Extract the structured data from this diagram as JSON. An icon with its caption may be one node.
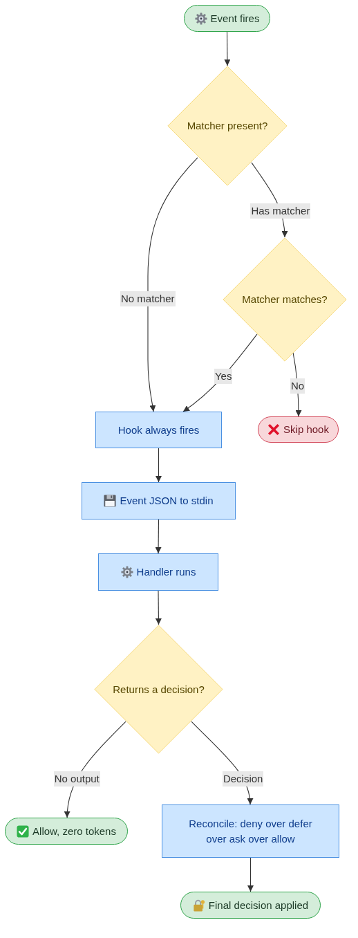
{
  "diagram": {
    "nodes": [
      {
        "text": [
          "Event fires"
        ]
      },
      {
        "text": [
          "Matcher present?"
        ]
      },
      {
        "text": [
          "Matcher matches?"
        ]
      },
      {
        "text": [
          "Hook always fires"
        ]
      },
      {
        "text": [
          "Skip hook"
        ]
      },
      {
        "text": [
          "Event JSON to stdin"
        ]
      },
      {
        "text": [
          "Handler runs"
        ]
      },
      {
        "text": [
          "Returns a decision?"
        ]
      },
      {
        "text": [
          "Allow, zero tokens"
        ]
      },
      {
        "text": [
          "Reconcile: deny over defer over ask over allow"
        ]
      },
      {
        "text": [
          "Final decision applied"
        ]
      }
    ],
    "edges": [
      {
        "from": 0,
        "to": 1,
        "arrow": "to"
      },
      {
        "from": 1,
        "to": 3,
        "arrow": "to",
        "label": "No matcher"
      },
      {
        "from": 1,
        "to": 2,
        "arrow": "to",
        "label": "Has matcher"
      },
      {
        "from": 2,
        "to": 3,
        "arrow": "to",
        "label": "Yes"
      },
      {
        "from": 2,
        "to": 4,
        "arrow": "to",
        "label": "No"
      },
      {
        "from": 3,
        "to": 5,
        "arrow": "to"
      },
      {
        "from": 5,
        "to": 6,
        "arrow": "to"
      },
      {
        "from": 6,
        "to": 7,
        "arrow": "to"
      },
      {
        "from": 7,
        "to": 8,
        "arrow": "to",
        "label": "No output"
      },
      {
        "from": 7,
        "to": 9,
        "arrow": "to",
        "label": "Decision"
      },
      {
        "from": 9,
        "to": 10,
        "arrow": "to"
      }
    ]
  }
}
